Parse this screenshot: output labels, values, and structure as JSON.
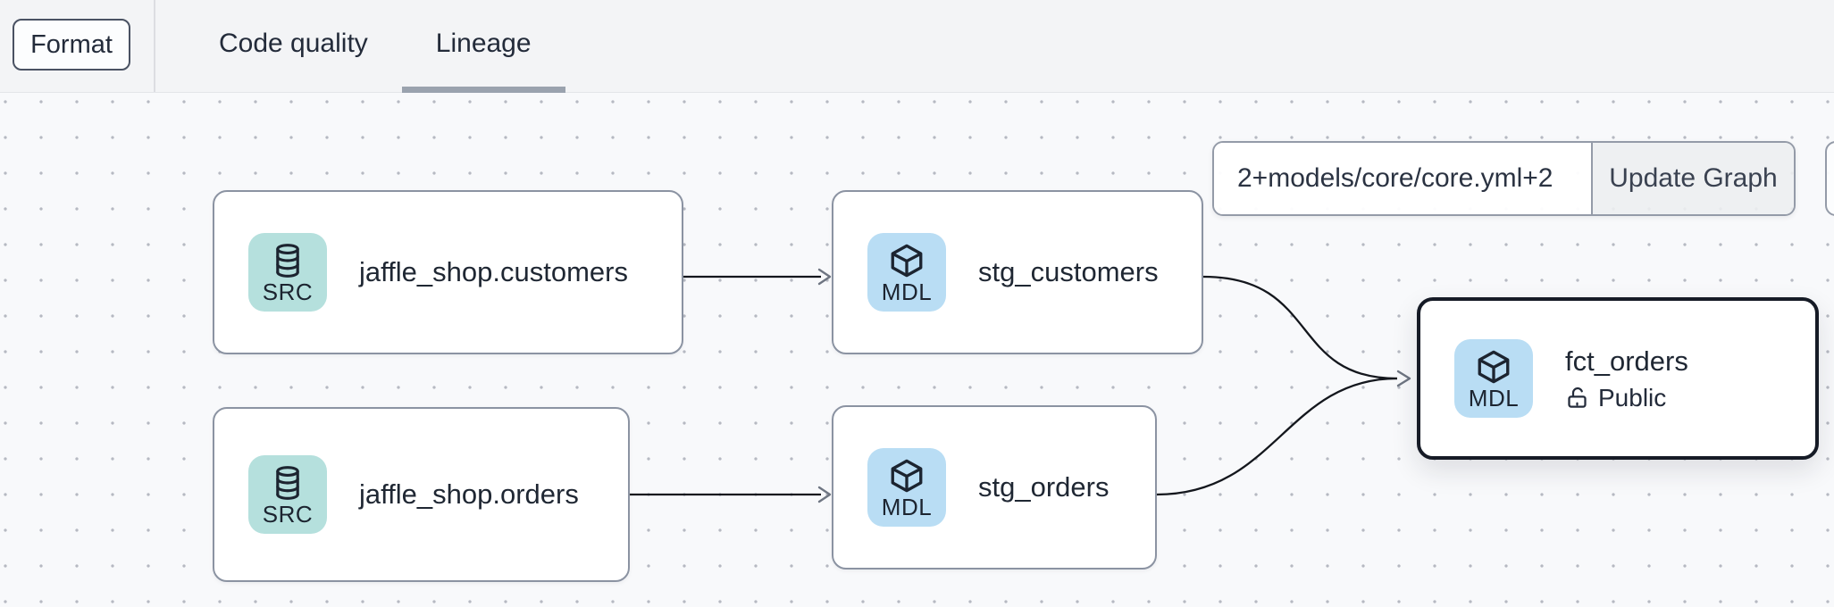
{
  "toolbar": {
    "format_button": "Format",
    "tabs": [
      {
        "label": "Code quality",
        "active": false
      },
      {
        "label": "Lineage",
        "active": true
      }
    ]
  },
  "graph": {
    "selector_input": {
      "value": "2+models/core/core.yml+2"
    },
    "update_button": "Update Graph",
    "nodes": [
      {
        "title": "jaffle_shop.customers",
        "badge": "SRC",
        "kind": "source",
        "icon": "database-icon",
        "selected": false
      },
      {
        "title": "stg_customers",
        "badge": "MDL",
        "kind": "model",
        "icon": "cube-icon",
        "selected": false
      },
      {
        "title": "jaffle_shop.orders",
        "badge": "SRC",
        "kind": "source",
        "icon": "database-icon",
        "selected": false
      },
      {
        "title": "stg_orders",
        "badge": "MDL",
        "kind": "model",
        "icon": "cube-icon",
        "selected": false
      },
      {
        "title": "fct_orders",
        "badge": "MDL",
        "kind": "model",
        "icon": "cube-icon",
        "access": "Public",
        "access_icon": "unlock-icon",
        "selected": true
      }
    ],
    "edges": [
      {
        "from": "jaffle_shop.customers",
        "to": "stg_customers"
      },
      {
        "from": "jaffle_shop.orders",
        "to": "stg_orders"
      },
      {
        "from": "stg_customers",
        "to": "fct_orders"
      },
      {
        "from": "stg_orders",
        "to": "fct_orders"
      }
    ]
  },
  "colors": {
    "source_badge_bg": "#b5e0dd",
    "model_badge_bg": "#b9ddf4",
    "node_border": "#8b93a2",
    "selected_node_border": "#161b26",
    "edge_stroke": "#14171d",
    "arrow_stroke": "#6e7582",
    "tab_underline": "#9aa2ae",
    "toolbar_bg": "#f3f4f6",
    "canvas_bg": "#f8f9fb",
    "dark_text": "#232b3a"
  }
}
